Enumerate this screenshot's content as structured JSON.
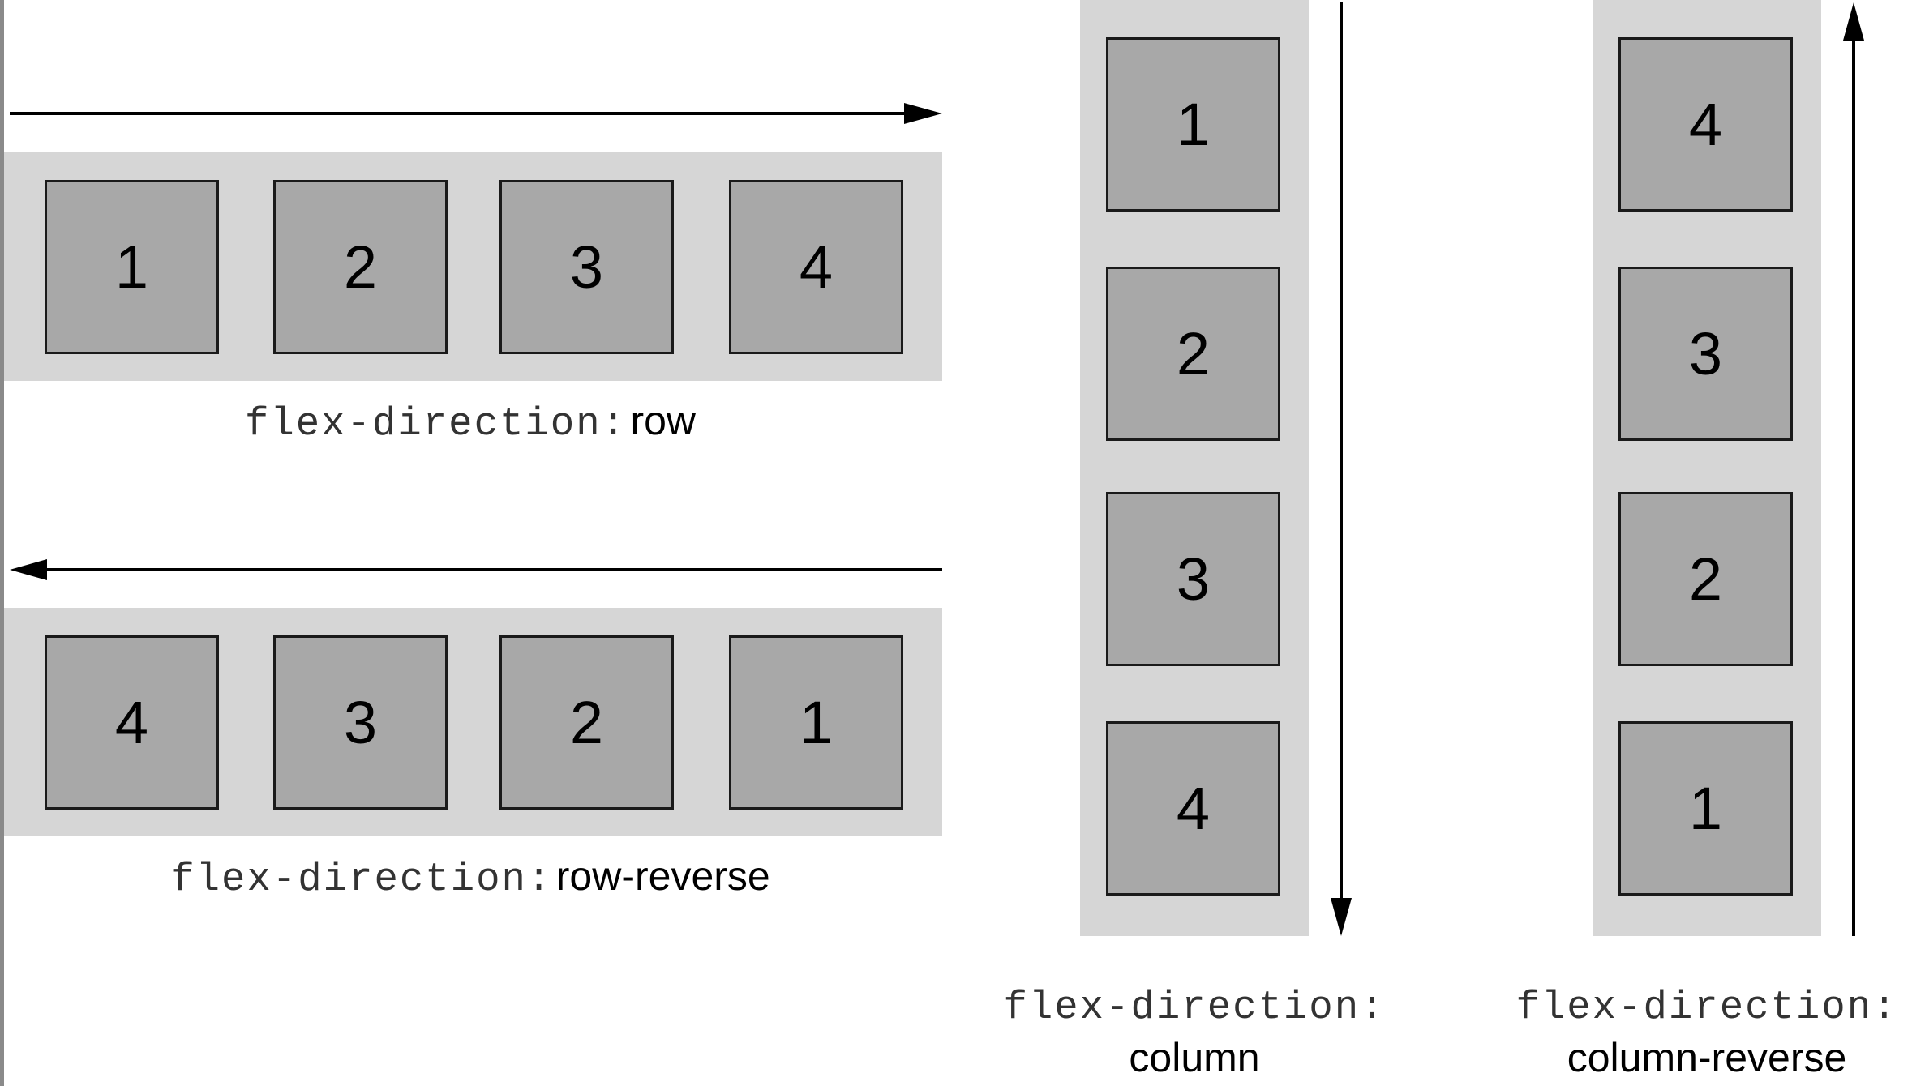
{
  "diagrams": {
    "row": {
      "items": [
        "1",
        "2",
        "3",
        "4"
      ],
      "property": "flex-direction:",
      "value": "row"
    },
    "row_reverse": {
      "items": [
        "4",
        "3",
        "2",
        "1"
      ],
      "property": "flex-direction:",
      "value": "row-reverse"
    },
    "column": {
      "items": [
        "1",
        "2",
        "3",
        "4"
      ],
      "property": "flex-direction:",
      "value": "column"
    },
    "column_reverse": {
      "items": [
        "4",
        "3",
        "2",
        "1"
      ],
      "property": "flex-direction:",
      "value": "column-reverse"
    }
  },
  "colors": {
    "container": "#d6d6d6",
    "item": "#a8a8a8",
    "border": "#1a1a1a"
  }
}
